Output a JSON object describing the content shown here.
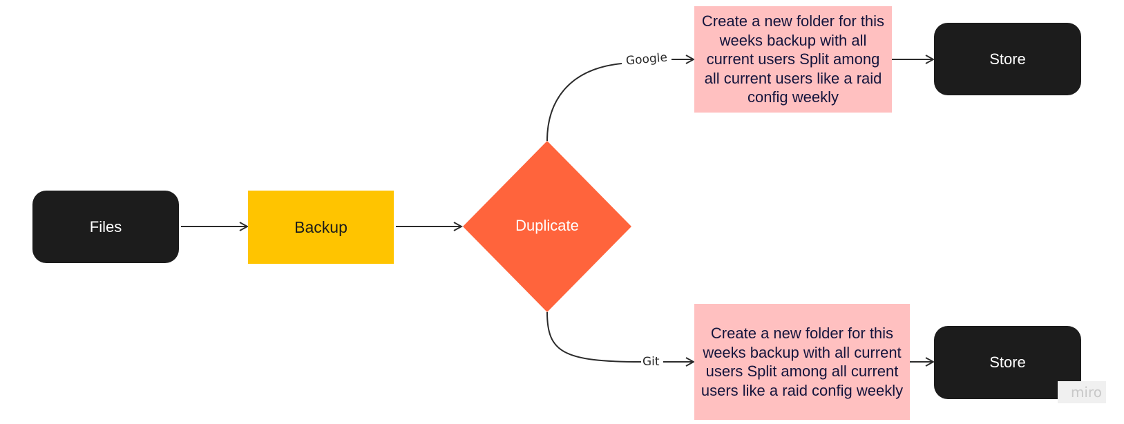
{
  "nodes": {
    "files": "Files",
    "backup": "Backup",
    "duplicate": "Duplicate",
    "google_folder": "Create a new folder for this weeks backup with all current users Split among all current users like a raid config weekly",
    "git_folder": "Create a new folder for this weeks backup with all current users Split among all current users like a raid config weekly",
    "store_top": "Store",
    "store_bottom": "Store"
  },
  "edges": {
    "google": "Google",
    "git": "Git"
  },
  "watermark": "miro",
  "colors": {
    "terminal": "#1c1c1c",
    "process": "#ffc400",
    "decision": "#ff643c",
    "note": "#ffc0c0",
    "connector": "#2b2b2b"
  }
}
